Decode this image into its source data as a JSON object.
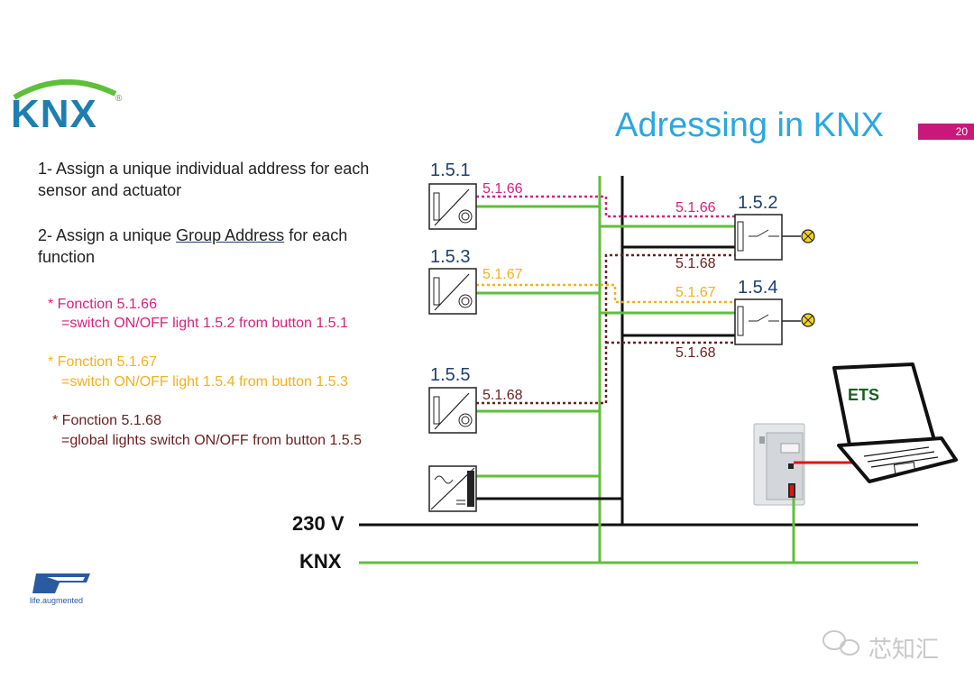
{
  "header": {
    "title": "Adressing in KNX",
    "page_number": "20",
    "logo_text": "KNX",
    "logo_registered": "®"
  },
  "instructions": {
    "step1_line1": "1- Assign a unique individual address for each",
    "step1_line2": "sensor and actuator",
    "step2_prefix": "2- Assign a unique ",
    "step2_underlined": "Group Address",
    "step2_suffix": " for each",
    "step2_line2": "function"
  },
  "functions": [
    {
      "title": "* Fonction 5.1.66",
      "desc": "=switch ON/OFF light 1.5.2 from button 1.5.1",
      "color": "#d6217f"
    },
    {
      "title": "* Fonction 5.1.67",
      "desc": "=switch ON/OFF light 1.5.4 from button 1.5.3",
      "color": "#f2b01e"
    },
    {
      "title": "* Fonction 5.1.68",
      "desc": "=global lights switch ON/OFF from button 1.5.5",
      "color": "#6b1f1f"
    }
  ],
  "diagram": {
    "sensors": [
      "1.5.1",
      "1.5.3",
      "1.5.5"
    ],
    "actuators": [
      "1.5.2",
      "1.5.4"
    ],
    "group_labels": {
      "s1": "5.1.66",
      "s2": "5.1.67",
      "s3": "5.1.68",
      "a1_top": "5.1.66",
      "a1_bottom": "5.1.68",
      "a2_top": "5.1.67",
      "a2_bottom": "5.1.68"
    },
    "bus_230": "230 V",
    "bus_knx": "KNX",
    "ets": "ETS",
    "colors": {
      "knx_bus": "#5fbf3a",
      "power": "#111111",
      "usb": "#e01515",
      "lamp": "#f2d21e"
    }
  },
  "footer": {
    "st_tagline": "life.augmented",
    "watermark": "芯知汇"
  }
}
